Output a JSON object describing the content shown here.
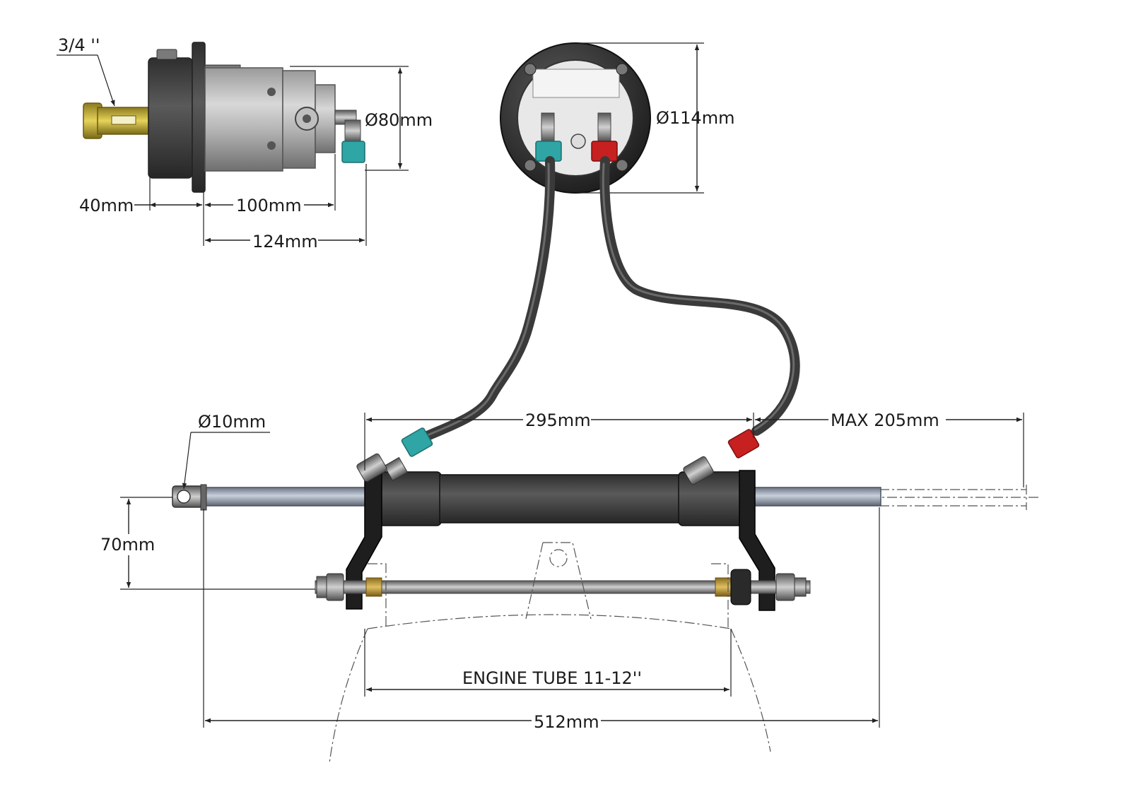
{
  "labels": {
    "shaft_size": "3/4 ''",
    "helm_diameter": "80mm",
    "helm_bezel_diameter": "114mm",
    "helm_depth_front": "40mm",
    "helm_depth_body": "100mm",
    "helm_depth_total": "124mm",
    "rod_end_diameter": "10mm",
    "mount_offset": "70mm",
    "port_spacing": "295mm",
    "max_stroke": "MAX 205mm",
    "engine_tube": "ENGINE TUBE 11-12''",
    "overall_length": "512mm"
  },
  "symbols": {
    "diameter": "Ø"
  },
  "colors": {
    "fitting_teal": "#2fa5a5",
    "fitting_red": "#c62020",
    "cylinder": "#3c3c3c",
    "rod": "#8e98a8",
    "brass": "#c9a640",
    "shaft_yellow": "#d8c23a"
  },
  "icons": {
    "helm_pump_side": "hydraulic-helm-pump-side-view",
    "helm_pump_front": "hydraulic-helm-pump-front-view",
    "steering_cylinder": "hydraulic-steering-cylinder",
    "hoses": "hydraulic-hoses"
  }
}
